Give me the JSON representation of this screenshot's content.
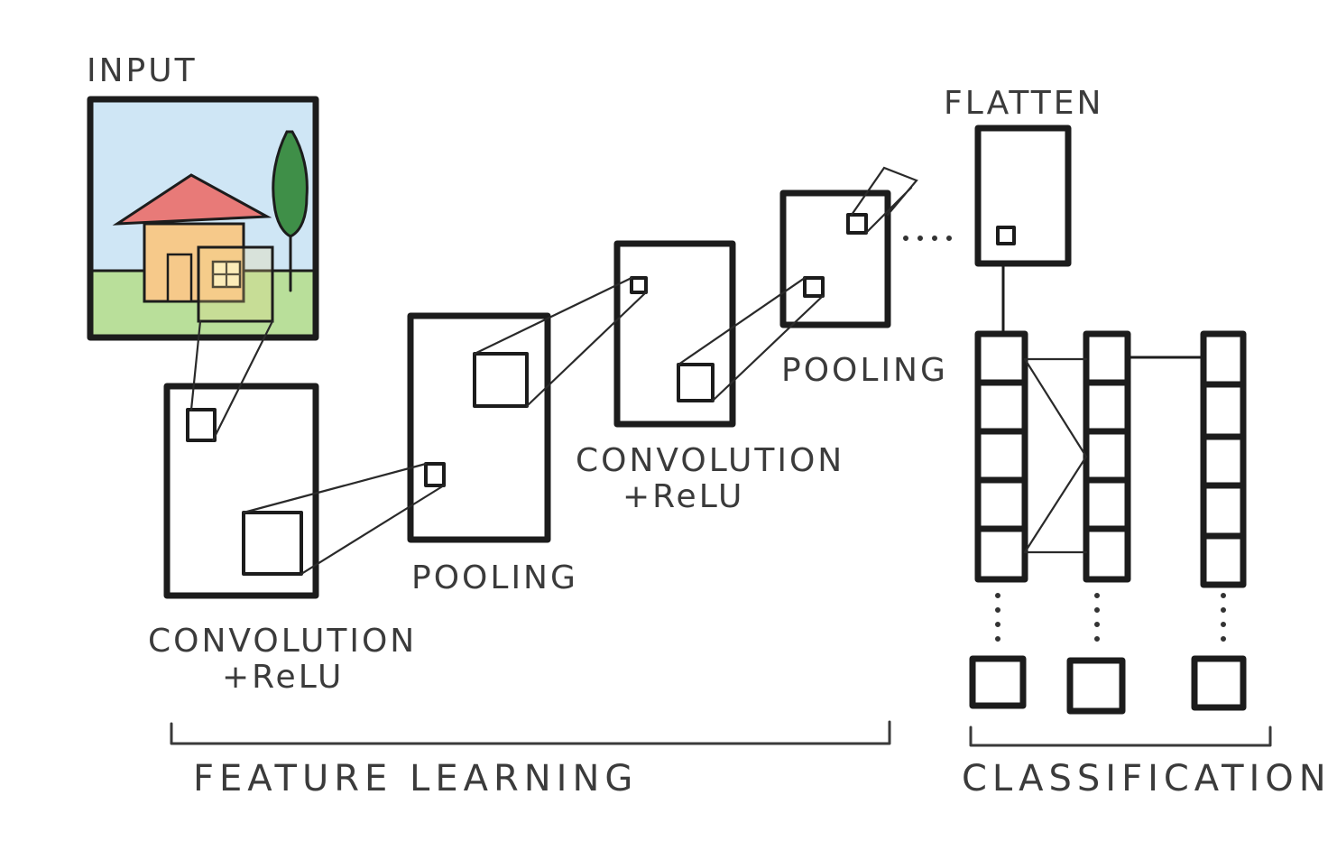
{
  "diagram": {
    "labels": {
      "input": "INPUT",
      "conv1_line1": "CONVOLUTION",
      "conv1_line2": "+ReLU",
      "pool1": "POOLING",
      "conv2_line1": "CONVOLUTION",
      "conv2_line2": "+ReLU",
      "pool2": "POOLING",
      "flatten": "FLATTEN",
      "feature_learning": "FEATURE LEARNING",
      "classification": "CLASSIFICATION"
    },
    "colors": {
      "ink": "#1c1c1c",
      "sky": "#cfe6f5",
      "grass": "#b9df9a",
      "roof": "#e87a78",
      "wall": "#f6c98a",
      "tree": "#3f8f48",
      "window_highlight": "#f3d98a"
    },
    "classification_columns": 3,
    "cells_per_column": 5
  }
}
